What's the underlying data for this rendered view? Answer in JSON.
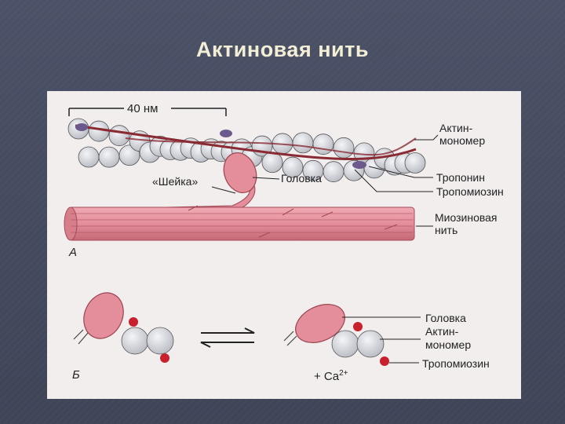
{
  "slide": {
    "title": "Актиновая нить",
    "background_color": "#444a5e",
    "title_color": "#f3efd6"
  },
  "figure": {
    "panel_a": {
      "letter": "А",
      "scale_label": "40 нм",
      "labels": {
        "actin_monomer": [
          "Актин-",
          "мономер"
        ],
        "troponin": "Тропонин",
        "tropomyosin": "Тропомиозин",
        "neck": "«Шейка»",
        "head": "Головка",
        "myosin_filament": [
          "Миозиновая",
          "нить"
        ]
      }
    },
    "panel_b": {
      "letter": "Б",
      "calcium": "+ Ca",
      "calcium_sup": "2+",
      "labels": {
        "head": "Головка",
        "actin_monomer": [
          "Актин-",
          "мономер"
        ],
        "tropomyosin": "Тропомиозин"
      }
    },
    "colors": {
      "myosin": "#e48e9b",
      "myosin_dark": "#b8525f",
      "actin": "#d9dbe0",
      "tropomyosin": "#8a2a33",
      "troponin": "#6c5a8c",
      "calcium_dot": "#c8202c"
    }
  }
}
